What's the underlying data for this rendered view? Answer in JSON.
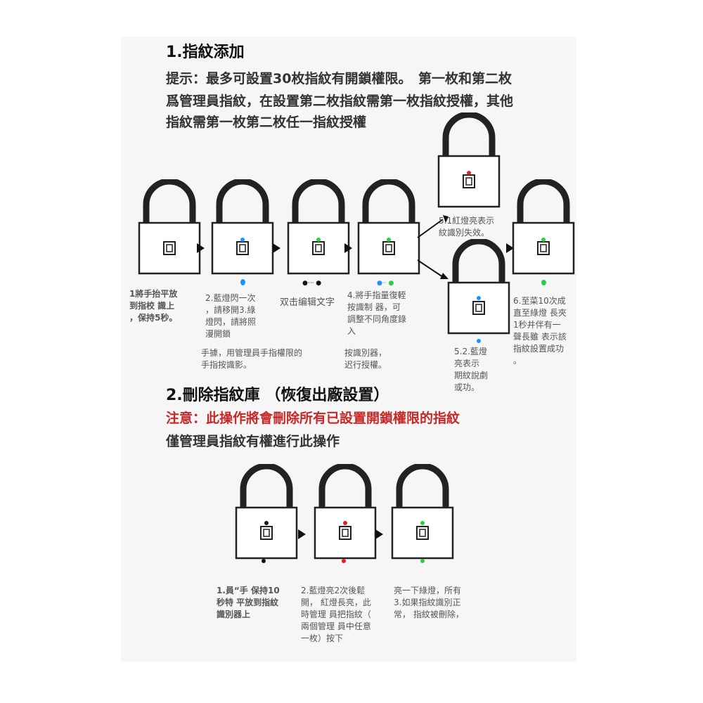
{
  "section1": {
    "title": "1.指紋添加",
    "tip_lines": [
      "提示：最多可設置30枚指紋有開鎖權限。　第一枚和第二枚",
      "爲管理員指紋，在設置第二枚指紋需第一枚指紋授權，其他",
      "指紋需第一枚第二枚任一指紋授權"
    ],
    "steps": {
      "step1": [
        "1將手抬平放",
        "到指校 識上",
        "，保持5秒。"
      ],
      "step2": [
        "2.藍燈閃一次",
        "，請移開3.綠",
        "燈閃，請將照",
        "漫開鎖"
      ],
      "step2b": [
        "手據，用管理員手指權限的",
        "手指按識影。"
      ],
      "mid_label": "双击编辑文字",
      "step4": [
        "4.將手指量復輊",
        "按識制 器，可",
        "調整不同角度錄",
        "入"
      ],
      "step4b": [
        "按識別器，",
        "迟行授權。"
      ],
      "step51": [
        "5.1紅燈亮表示",
        "紋識別失效。"
      ],
      "step52": [
        "5.2.藍燈",
        "亮表示",
        "期紋說劇",
        "或功。"
      ],
      "step6": [
        "6.至菜10次成",
        "直至綠燈 長夾",
        "1秒井伴有一",
        "聲長雖 表示該",
        "指紋設置成功",
        "。"
      ]
    }
  },
  "section2": {
    "title": "2.刪除指紋庫 （恢復出廠設置）",
    "warning": "注意：此操作將會刪除所有已設置開鎖權限的指紋",
    "note": "僅管理員指紋有權進行此操作",
    "steps": {
      "step1": [
        "1.員“手 保持10",
        "秒特 平放到指紋",
        "識別器上"
      ],
      "step2": [
        "2.藍燈亮2次後鬆",
        "開， 紅燈長亮，此",
        "時管理 員把指紋（",
        "兩個管理 員中任意",
        "一枚）按下"
      ],
      "step3": [
        "亮一下綠燈，所有",
        "3.如果指紋識別正",
        "常， 指紋被刪除，"
      ]
    }
  },
  "colors": {
    "green": "#2ecc40",
    "blue": "#1e90ff",
    "red": "#e02020",
    "black": "#111111",
    "warn": "#c62828"
  }
}
